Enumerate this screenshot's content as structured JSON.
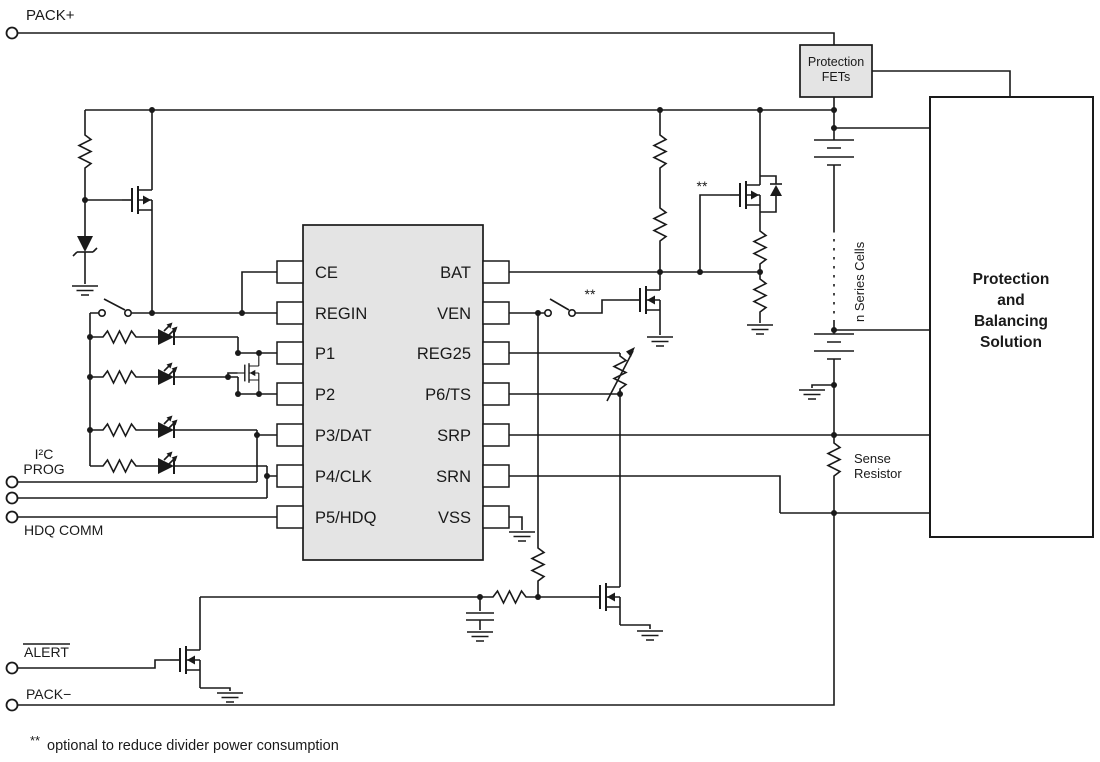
{
  "colors": {
    "line": "#1a1a1a",
    "block_fill": "#e4e4e4",
    "background": "#ffffff"
  },
  "terminals": {
    "pack_plus": "PACK+",
    "i2c_line1": "I²C",
    "i2c_line2": "PROG",
    "hdq_comm": "HDQ COMM",
    "alert": "ALERT",
    "pack_minus": "PACK−"
  },
  "blocks": {
    "protection_fets": [
      "Protection",
      "FETs"
    ],
    "balancing_solution": [
      "Protection",
      "and",
      "Balancing",
      "Solution"
    ]
  },
  "ic": {
    "left_pins": [
      "CE",
      "REGIN",
      "P1",
      "P2",
      "P3/DAT",
      "P4/CLK",
      "P5/HDQ"
    ],
    "right_pins": [
      "BAT",
      "VEN",
      "REG25",
      "P6/TS",
      "SRP",
      "SRN",
      "VSS"
    ]
  },
  "annotations": {
    "n_series_cells": "n Series Cells",
    "sense_resistor_line1": "Sense",
    "sense_resistor_line2": "Resistor",
    "optional_marker_1": "**",
    "optional_marker_2": "**"
  },
  "footnote": {
    "marker": "**",
    "text": "optional to reduce divider power consumption"
  }
}
